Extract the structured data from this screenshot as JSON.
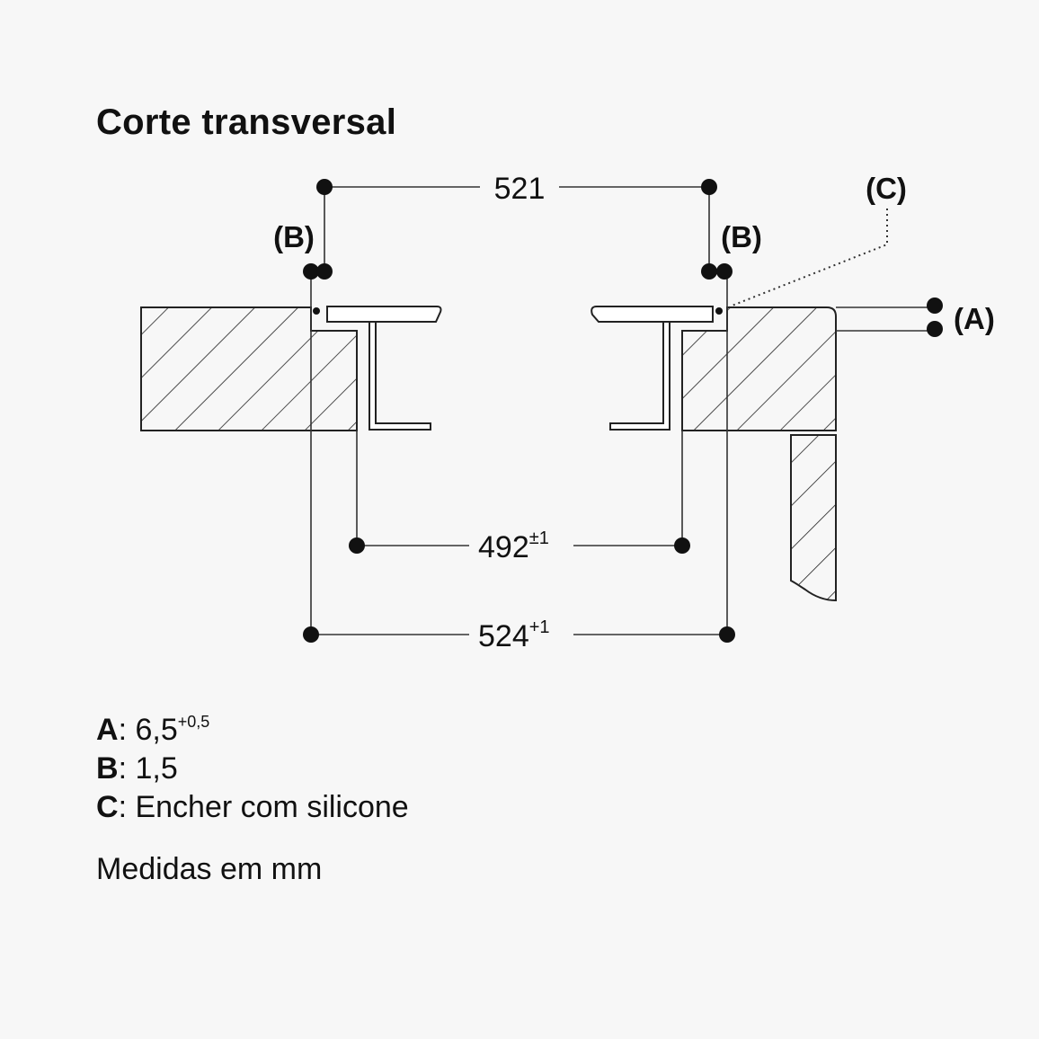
{
  "title": "Corte transversal",
  "dimensions": {
    "top_width": "521",
    "inner_width": "492",
    "inner_tolerance": "±1",
    "outer_width": "524",
    "outer_tolerance": "+1"
  },
  "callouts": {
    "b_left": "(B)",
    "b_right": "(B)",
    "c": "(C)",
    "a": "(A)"
  },
  "legend": [
    {
      "key": "A",
      "sep": ":",
      "value": "6,5",
      "tolerance": "+0,5"
    },
    {
      "key": "B",
      "sep": ":",
      "value": "1,5",
      "tolerance": ""
    },
    {
      "key": "C",
      "sep": ":",
      "value": "Encher com silicone",
      "tolerance": ""
    }
  ],
  "units_note": "Medidas em mm"
}
